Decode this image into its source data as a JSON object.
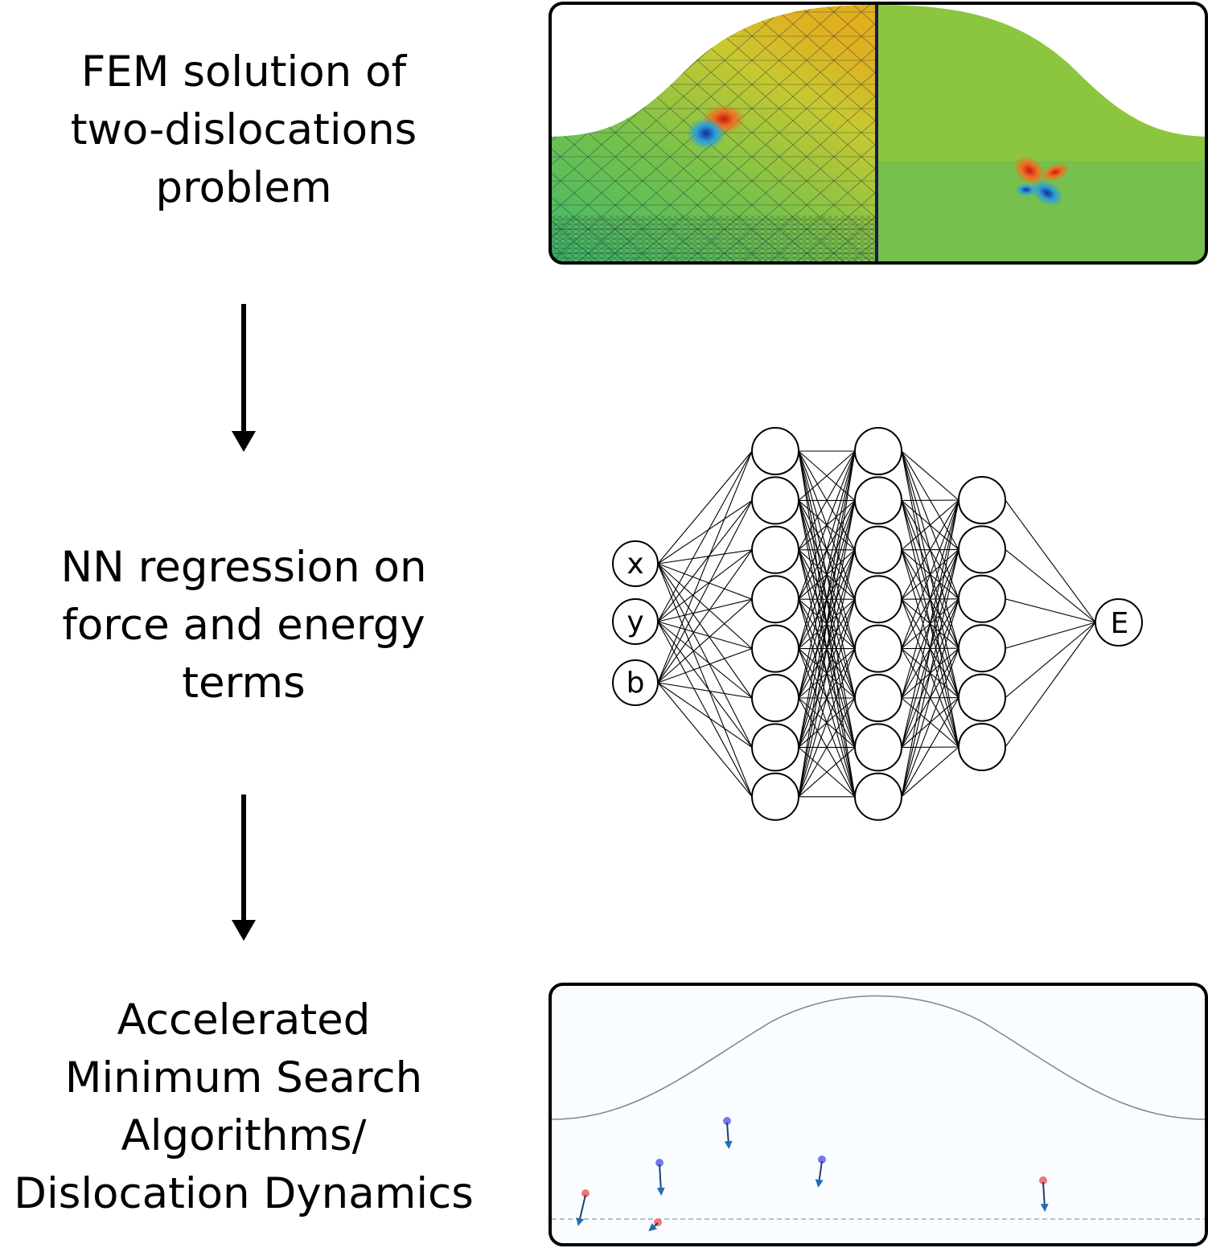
{
  "steps": [
    {
      "lines": [
        "FEM solution of",
        "two-dislocations",
        "problem"
      ]
    },
    {
      "lines": [
        "NN regression on",
        "force and energy",
        "terms"
      ]
    },
    {
      "lines": [
        "Accelerated",
        "Minimum Search",
        "Algorithms/",
        "Dislocation Dynamics"
      ]
    }
  ],
  "network": {
    "inputs": [
      "x",
      "y",
      "b"
    ],
    "hidden_layer_sizes": [
      8,
      8,
      6
    ],
    "output": "E"
  },
  "dynamics_panel": {
    "dislocations": [
      {
        "sign": "negative",
        "color": "#7777ee"
      },
      {
        "sign": "negative",
        "color": "#7777ee"
      },
      {
        "sign": "negative",
        "color": "#7777ee"
      },
      {
        "sign": "positive",
        "color": "#ee7777"
      },
      {
        "sign": "positive",
        "color": "#ee7777"
      },
      {
        "sign": "positive",
        "color": "#ee7777"
      }
    ]
  },
  "colors": {
    "field_green": "#8cc63f",
    "field_low": "#1a2a9a",
    "field_high": "#c41a12",
    "mesh": "#1b2b3a",
    "arrow": "#1f6fb5"
  }
}
